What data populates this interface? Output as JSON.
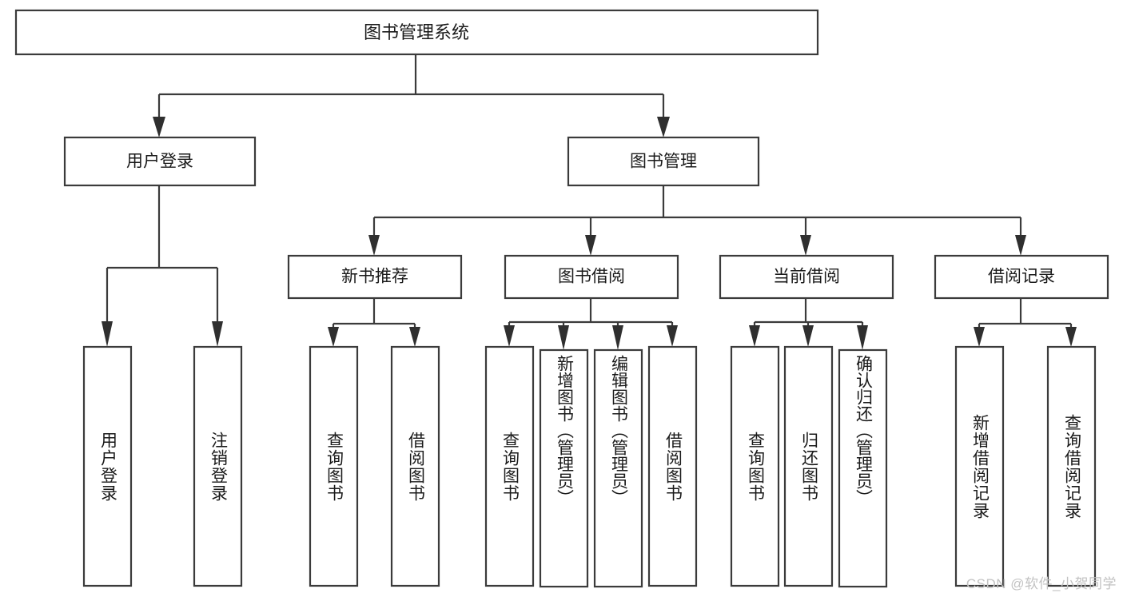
{
  "diagram": {
    "type": "tree-hierarchy-chart",
    "title": "图书管理系统",
    "watermark": "CSDN @软件_小贺同学",
    "colors": {
      "box_stroke": "#3b3b3b",
      "box_fill": "#ffffff",
      "connector": "#3b3b3b",
      "arrow": "#2f2f2f",
      "text": "#1a1a1a",
      "watermark": "#c2c2c2",
      "background": "#ffffff"
    },
    "nodes": {
      "root": {
        "label": "图书管理系统"
      },
      "level1": [
        {
          "label": "用户登录"
        },
        {
          "label": "图书管理"
        }
      ],
      "level2_user": [
        {
          "label": "用户登录"
        },
        {
          "label": "注销登录"
        }
      ],
      "level2_book": [
        {
          "label": "新书推荐"
        },
        {
          "label": "图书借阅"
        },
        {
          "label": "当前借阅"
        },
        {
          "label": "借阅记录"
        }
      ],
      "leaves_new_books": [
        {
          "label": "查询图书"
        },
        {
          "label": "借阅图书"
        }
      ],
      "leaves_borrow": [
        {
          "label": "查询图书"
        },
        {
          "label": "新增图书（管理员）"
        },
        {
          "label": "编辑图书（管理员）"
        },
        {
          "label": "借阅图书"
        }
      ],
      "leaves_current": [
        {
          "label": "查询图书"
        },
        {
          "label": "归还图书"
        },
        {
          "label": "确认归还（管理员）"
        }
      ],
      "leaves_records": [
        {
          "label": "新增借阅记录"
        },
        {
          "label": "查询借阅记录"
        }
      ]
    }
  }
}
